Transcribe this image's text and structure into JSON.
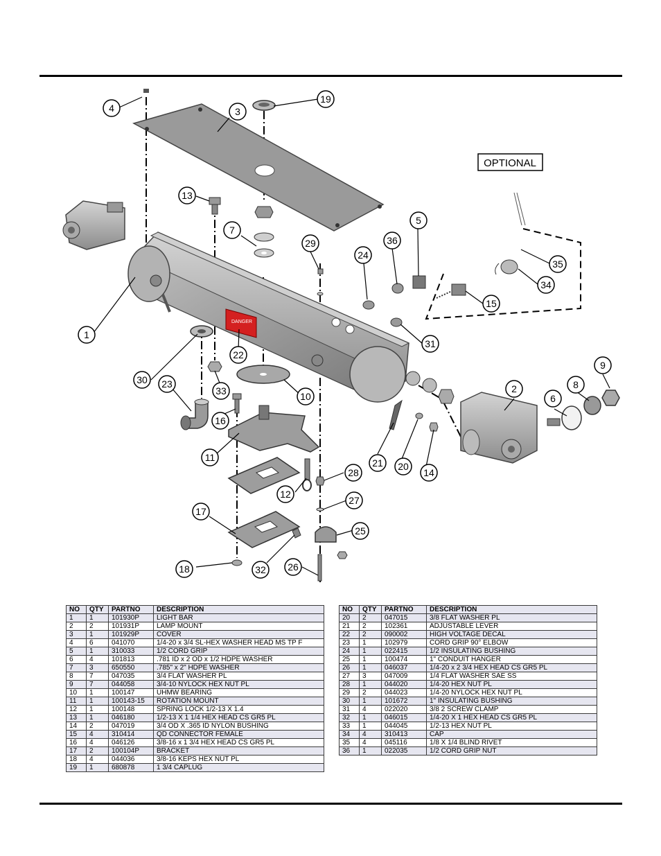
{
  "optional_label": "OPTIONAL",
  "decal_text": "DANGER",
  "callouts": [
    "1",
    "2",
    "3",
    "4",
    "5",
    "6",
    "7",
    "8",
    "9",
    "10",
    "11",
    "12",
    "13",
    "14",
    "15",
    "16",
    "17",
    "18",
    "19",
    "20",
    "21",
    "22",
    "23",
    "24",
    "25",
    "26",
    "27",
    "28",
    "29",
    "30",
    "31",
    "32",
    "33",
    "34",
    "35",
    "36"
  ],
  "table_headers": [
    "NO",
    "QTY",
    "PARTNO",
    "DESCRIPTION"
  ],
  "parts_left": [
    {
      "no": "1",
      "qty": "1",
      "partno": "101930P",
      "desc": "LIGHT BAR"
    },
    {
      "no": "2",
      "qty": "2",
      "partno": "101931P",
      "desc": "LAMP MOUNT"
    },
    {
      "no": "3",
      "qty": "1",
      "partno": "101929P",
      "desc": "COVER"
    },
    {
      "no": "4",
      "qty": "6",
      "partno": "041070",
      "desc": "1/4-20 x 3/4 SL-HEX WASHER HEAD MS TP F"
    },
    {
      "no": "5",
      "qty": "1",
      "partno": "310033",
      "desc": "1/2 CORD GRIP"
    },
    {
      "no": "6",
      "qty": "4",
      "partno": "101813",
      "desc": ".781 ID x 2 OD x 1/2 HDPE WASHER"
    },
    {
      "no": "7",
      "qty": "3",
      "partno": "650550",
      "desc": ".785\" x 2\" HDPE WASHER"
    },
    {
      "no": "8",
      "qty": "7",
      "partno": "047035",
      "desc": "3/4 FLAT WASHER PL"
    },
    {
      "no": "9",
      "qty": "7",
      "partno": "044058",
      "desc": "3/4-10 NYLOCK HEX NUT PL"
    },
    {
      "no": "10",
      "qty": "1",
      "partno": "100147",
      "desc": "UHMW BEARING"
    },
    {
      "no": "11",
      "qty": "1",
      "partno": "100143-15",
      "desc": "ROTATION MOUNT"
    },
    {
      "no": "12",
      "qty": "1",
      "partno": "100148",
      "desc": "SPRING LOCK 1/2-13 X 1.4"
    },
    {
      "no": "13",
      "qty": "1",
      "partno": "046180",
      "desc": "1/2-13 X 1 1/4 HEX HEAD CS GR5 PL"
    },
    {
      "no": "14",
      "qty": "2",
      "partno": "047019",
      "desc": "3/4 OD X .365 ID NYLON BUSHING"
    },
    {
      "no": "15",
      "qty": "4",
      "partno": "310414",
      "desc": "QD CONNECTOR FEMALE"
    },
    {
      "no": "16",
      "qty": "4",
      "partno": "046126",
      "desc": "3/8-16 x 1 3/4 HEX HEAD CS GR5 PL"
    },
    {
      "no": "17",
      "qty": "2",
      "partno": "100104P",
      "desc": "BRACKET"
    },
    {
      "no": "18",
      "qty": "4",
      "partno": "044036",
      "desc": "3/8-16 KEPS HEX NUT PL"
    },
    {
      "no": "19",
      "qty": "1",
      "partno": "680878",
      "desc": "1 3/4 CAPLUG"
    }
  ],
  "parts_right": [
    {
      "no": "20",
      "qty": "2",
      "partno": "047015",
      "desc": "3/8 FLAT WASHER PL"
    },
    {
      "no": "21",
      "qty": "2",
      "partno": "102361",
      "desc": "ADJUSTABLE LEVER"
    },
    {
      "no": "22",
      "qty": "2",
      "partno": "090002",
      "desc": "HIGH VOLTAGE DECAL"
    },
    {
      "no": "23",
      "qty": "1",
      "partno": "102979",
      "desc": "CORD GRIP 90° ELBOW"
    },
    {
      "no": "24",
      "qty": "1",
      "partno": "022415",
      "desc": "1/2 INSULATING BUSHING"
    },
    {
      "no": "25",
      "qty": "1",
      "partno": "100474",
      "desc": "1\" CONDUIT HANGER"
    },
    {
      "no": "26",
      "qty": "1",
      "partno": "046037",
      "desc": "1/4-20 x 2 3/4 HEX HEAD CS GR5 PL"
    },
    {
      "no": "27",
      "qty": "3",
      "partno": "047009",
      "desc": "1/4 FLAT WASHER SAE SS"
    },
    {
      "no": "28",
      "qty": "1",
      "partno": "044020",
      "desc": "1/4-20 HEX NUT PL"
    },
    {
      "no": "29",
      "qty": "2",
      "partno": "044023",
      "desc": "1/4-20 NYLOCK HEX NUT PL"
    },
    {
      "no": "30",
      "qty": "1",
      "partno": "101672",
      "desc": "1\" INSULATING BUSHING"
    },
    {
      "no": "31",
      "qty": "4",
      "partno": "022020",
      "desc": "3/8 2 SCREW CLAMP"
    },
    {
      "no": "32",
      "qty": "1",
      "partno": "046015",
      "desc": "1/4-20 X 1 HEX HEAD CS GR5 PL"
    },
    {
      "no": "33",
      "qty": "1",
      "partno": "044045",
      "desc": "1/2-13 HEX NUT PL"
    },
    {
      "no": "34",
      "qty": "4",
      "partno": "310413",
      "desc": "CAP"
    },
    {
      "no": "35",
      "qty": "4",
      "partno": "045116",
      "desc": "1/8 X 1/4 BLIND RIVET"
    },
    {
      "no": "36",
      "qty": "1",
      "partno": "022035",
      "desc": "1/2 CORD GRIP NUT"
    }
  ]
}
